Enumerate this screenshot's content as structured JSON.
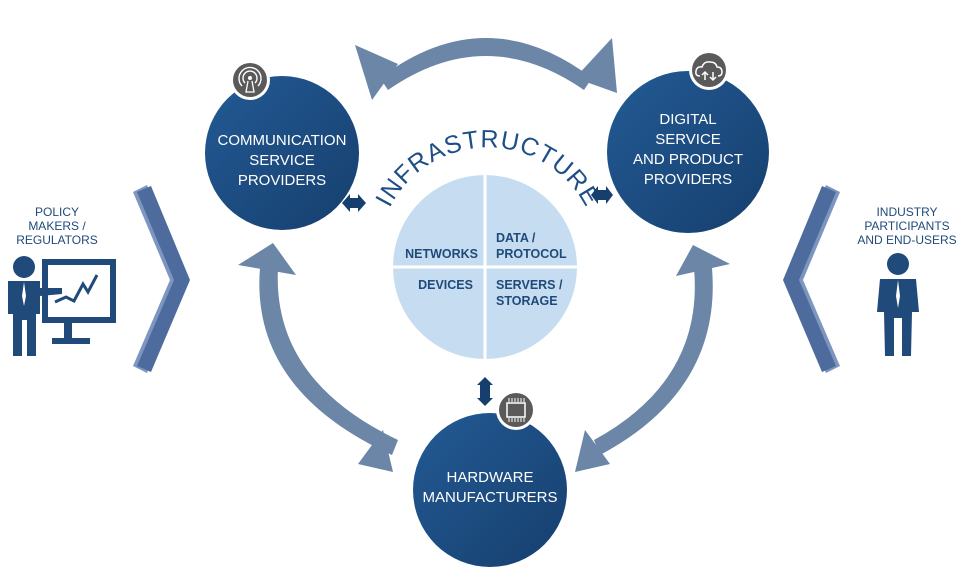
{
  "diagram": {
    "title": "Infrastructure ecosystem",
    "colors": {
      "node_fill": "#1d4f86",
      "node_fill_dark": "#163f6e",
      "arrow": "#6b86a6",
      "pie_fill": "#c6dcf1",
      "pie_text": "#1f4a7a",
      "chevron": "#4d6b9c",
      "chevron_light": "#7d96c0",
      "icon_badge": "#5a5a5a",
      "figure": "#1f4a7a"
    },
    "center": {
      "title": "INFRASTRUCTURE",
      "quadrants": [
        {
          "id": "networks",
          "label": "NETWORKS"
        },
        {
          "id": "data-protocol",
          "label": "DATA /\nPROTOCOL"
        },
        {
          "id": "devices",
          "label": "DEVICES"
        },
        {
          "id": "servers-storage",
          "label": "SERVERS /\nSTORAGE"
        }
      ]
    },
    "nodes": [
      {
        "id": "communication",
        "label": "COMMUNICATION\nSERVICE\nPROVIDERS",
        "icon": "antenna-icon"
      },
      {
        "id": "digital",
        "label": "DIGITAL\nSERVICE\nAND PRODUCT\nPROVIDERS",
        "icon": "cloud-transfer-icon"
      },
      {
        "id": "hardware",
        "label": "HARDWARE\nMANUFACTURERS",
        "icon": "chip-icon"
      }
    ],
    "side_actors": {
      "left": {
        "label": "POLICY\nMAKERS /\nREGULATORS",
        "icon": "presenter-board-icon"
      },
      "right": {
        "label": "INDUSTRY\nPARTICIPANTS\nAND END-USERS",
        "icon": "businessman-icon"
      }
    },
    "connections": [
      {
        "from": "communication",
        "to": "digital",
        "type": "bidirectional"
      },
      {
        "from": "communication",
        "to": "hardware",
        "type": "bidirectional"
      },
      {
        "from": "digital",
        "to": "hardware",
        "type": "bidirectional"
      },
      {
        "from": "communication",
        "to": "infrastructure",
        "type": "bidirectional"
      },
      {
        "from": "digital",
        "to": "infrastructure",
        "type": "bidirectional"
      },
      {
        "from": "hardware",
        "to": "infrastructure",
        "type": "bidirectional"
      }
    ]
  }
}
